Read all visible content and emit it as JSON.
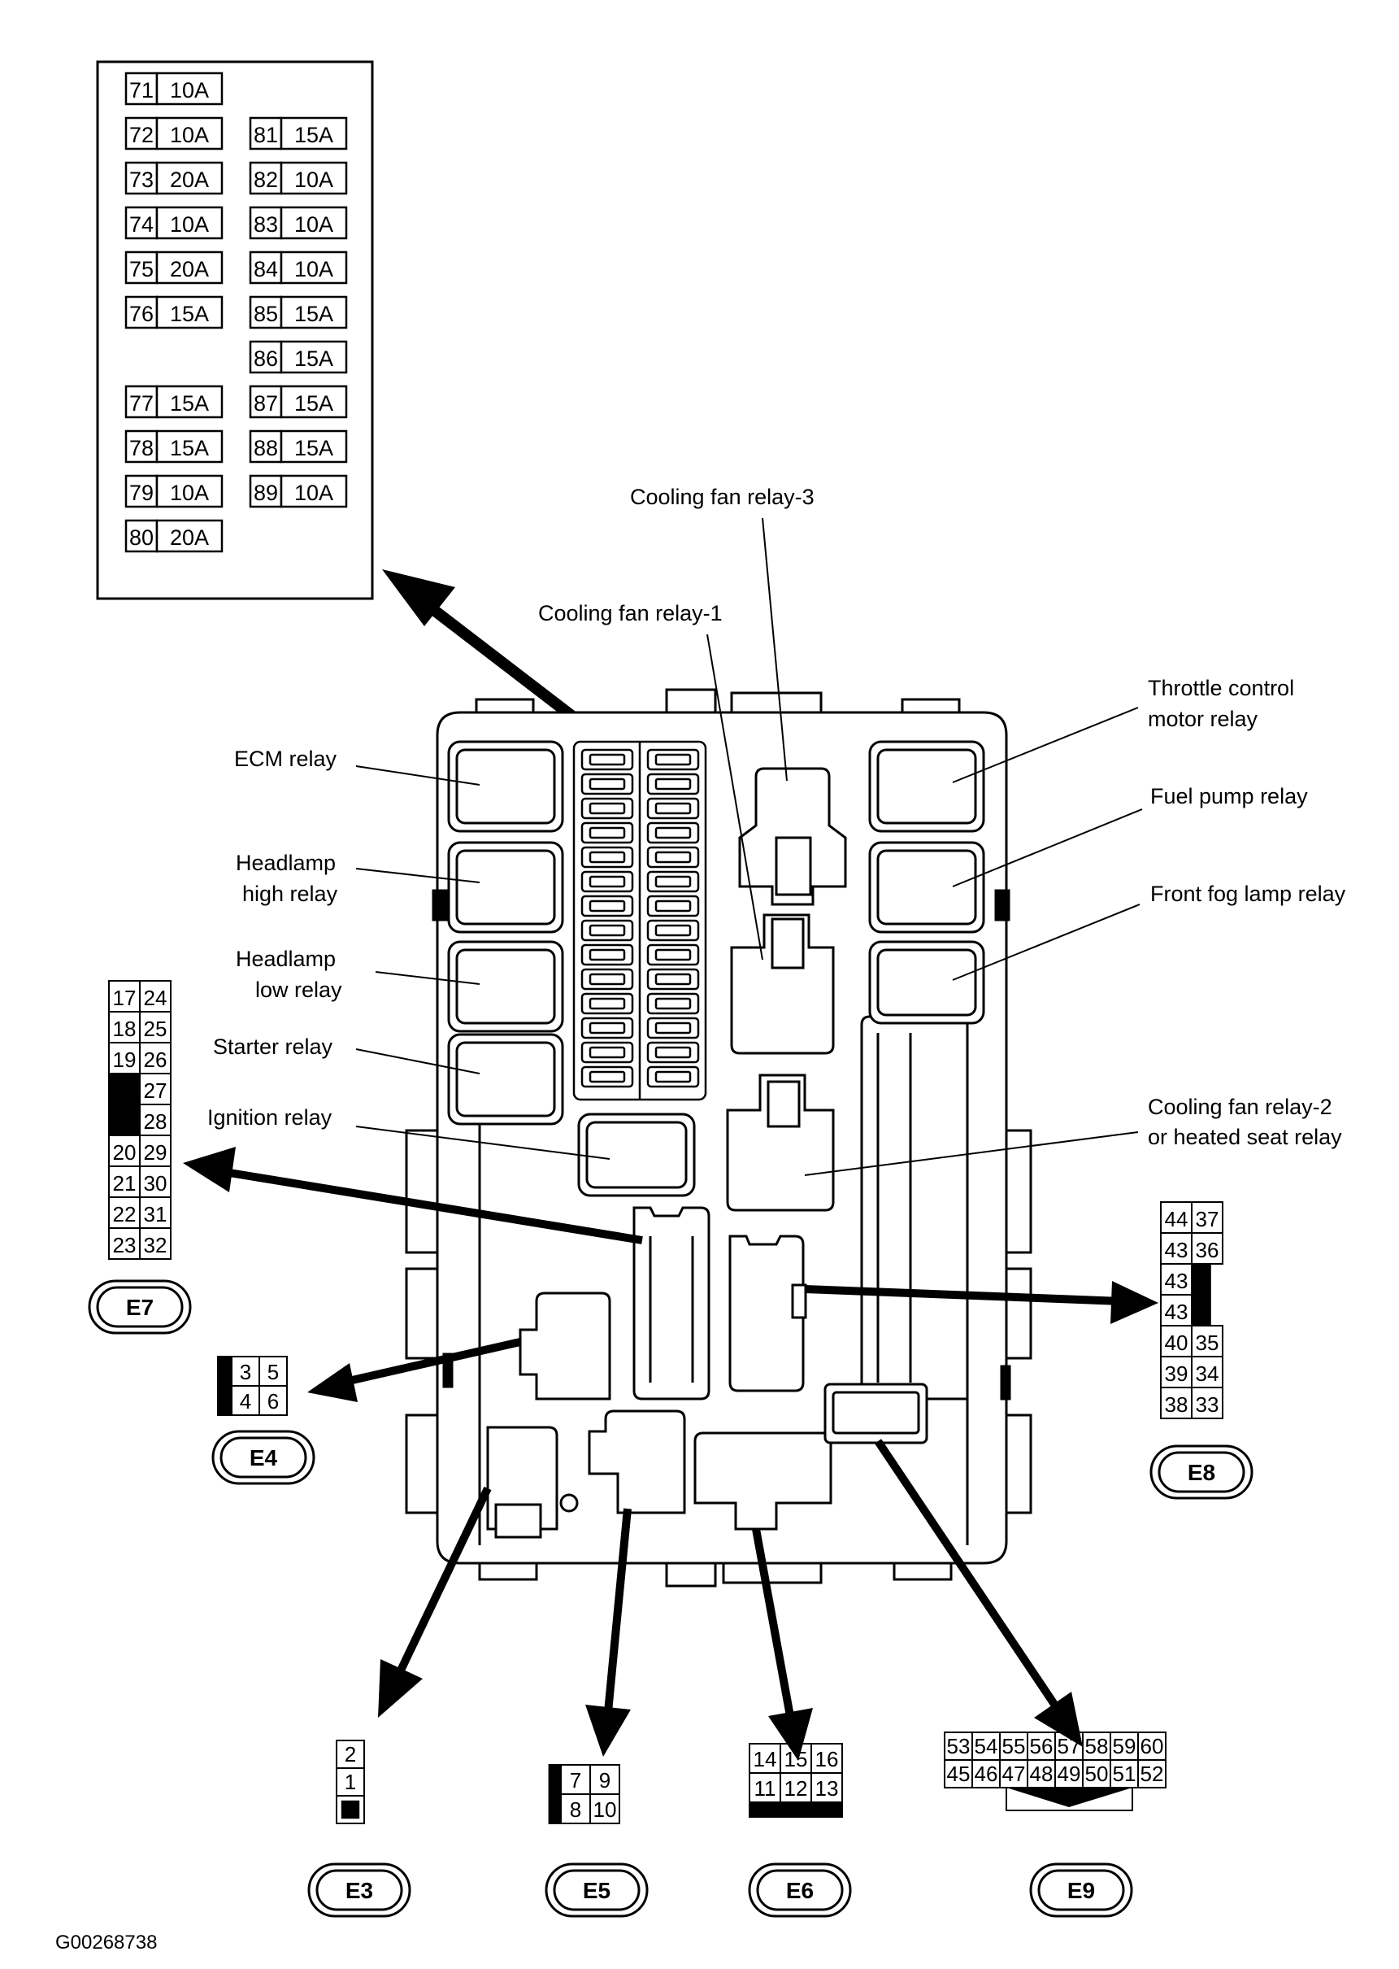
{
  "fuse_table": {
    "left": [
      {
        "num": "71",
        "amp": "10A"
      },
      {
        "num": "72",
        "amp": "10A"
      },
      {
        "num": "73",
        "amp": "20A"
      },
      {
        "num": "74",
        "amp": "10A"
      },
      {
        "num": "75",
        "amp": "20A"
      },
      {
        "num": "76",
        "amp": "15A"
      },
      {
        "num": "77",
        "amp": "15A"
      },
      {
        "num": "78",
        "amp": "15A"
      },
      {
        "num": "79",
        "amp": "10A"
      },
      {
        "num": "80",
        "amp": "20A"
      }
    ],
    "right": [
      {
        "num": "81",
        "amp": "15A"
      },
      {
        "num": "82",
        "amp": "10A"
      },
      {
        "num": "83",
        "amp": "10A"
      },
      {
        "num": "84",
        "amp": "10A"
      },
      {
        "num": "85",
        "amp": "15A"
      },
      {
        "num": "86",
        "amp": "15A"
      },
      {
        "num": "87",
        "amp": "15A"
      },
      {
        "num": "88",
        "amp": "15A"
      },
      {
        "num": "89",
        "amp": "10A"
      }
    ]
  },
  "labels": {
    "cooling_fan_relay_3": "Cooling fan relay-3",
    "cooling_fan_relay_1": "Cooling fan relay-1",
    "throttle_l1": "Throttle control",
    "throttle_l2": "motor relay",
    "ecm_relay": "ECM relay",
    "fuel_pump_relay": "Fuel pump relay",
    "headlamp_high_l1": "Headlamp",
    "headlamp_high_l2": "high relay",
    "front_fog_lamp_relay": "Front fog lamp relay",
    "headlamp_low_l1": "Headlamp",
    "headlamp_low_l2": "low relay",
    "starter_relay": "Starter relay",
    "ignition_relay": "Ignition relay",
    "cooling_fan_2_l1": "Cooling fan relay-2",
    "cooling_fan_2_l2": "or heated seat relay"
  },
  "connectors": {
    "E3": {
      "name": "E3",
      "pins": [
        "2",
        "1"
      ]
    },
    "E4": {
      "name": "E4",
      "pins": [
        "3",
        "5",
        "4",
        "6"
      ]
    },
    "E5": {
      "name": "E5",
      "pins": [
        "7",
        "9",
        "8",
        "10"
      ]
    },
    "E6": {
      "name": "E6",
      "pins": [
        "14",
        "15",
        "16",
        "11",
        "12",
        "13"
      ]
    },
    "E7": {
      "name": "E7",
      "pins": [
        "17",
        "24",
        "18",
        "25",
        "19",
        "26",
        "27",
        "28",
        "20",
        "29",
        "21",
        "30",
        "22",
        "31",
        "23",
        "32"
      ]
    },
    "E8": {
      "name": "E8",
      "pins": [
        "44",
        "37",
        "43",
        "36",
        "43",
        "43",
        "40",
        "35",
        "39",
        "34",
        "38",
        "33"
      ]
    },
    "E9": {
      "name": "E9",
      "pins": [
        "53",
        "54",
        "55",
        "56",
        "57",
        "58",
        "59",
        "60",
        "45",
        "46",
        "47",
        "48",
        "49",
        "50",
        "51",
        "52"
      ]
    }
  },
  "image_code": "G00268738"
}
